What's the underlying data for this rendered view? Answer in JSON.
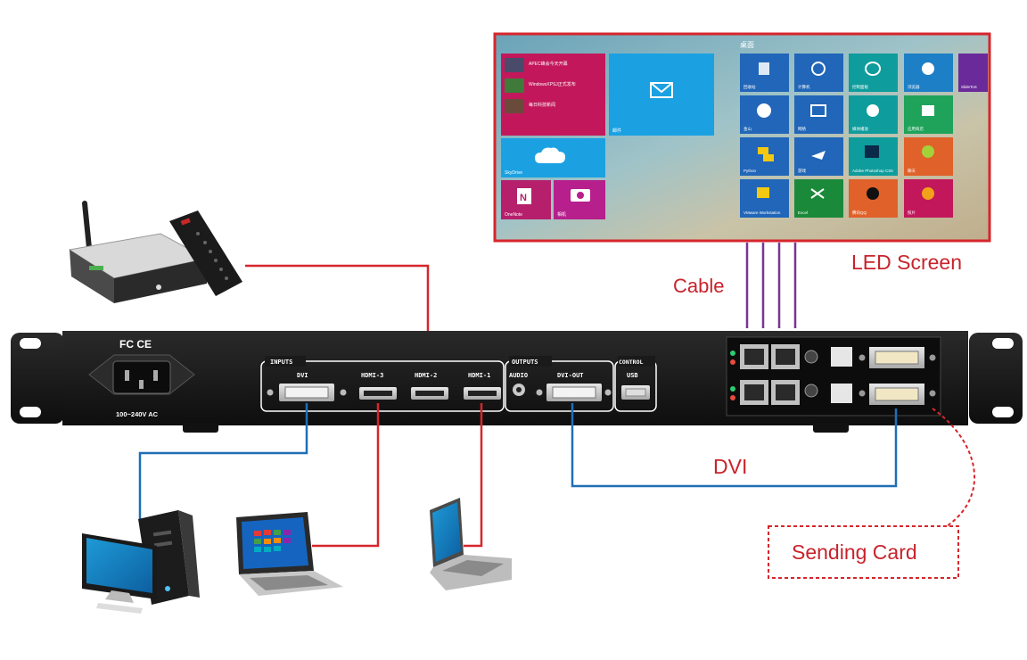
{
  "labels": {
    "led_screen": "LED Screen",
    "cable": "Cable",
    "dvi_link": "DVI",
    "sending_card": "Sending Card"
  },
  "processor": {
    "inputs_header": "INPUTS",
    "outputs_header": "OUTPUTS",
    "control_header": "CONTROL",
    "ports": {
      "dvi_in": "DVI",
      "hdmi3": "HDMI-3",
      "hdmi2": "HDMI-2",
      "hdmi1": "HDMI-1",
      "audio": "AUDIO",
      "dvi_out": "DVI-OUT",
      "usb": "USB"
    },
    "power_rating": "100~240V AC",
    "cert_marks": "FC CE"
  },
  "screen": {
    "desktop_label": "桌面",
    "tiles": {
      "news_1": "APEC峰会今天开幕",
      "news_2": "WindowsXPSJ正式发布",
      "news_3": "每日科技新闻",
      "mail": "邮件",
      "skydrive": "SkyDrive",
      "onenote": "OneNote",
      "camera": "相机",
      "recycle": "回收站",
      "pc": "计算机",
      "control": "控制面板",
      "ie": "浏览器",
      "kingsoft": "金山",
      "network": "网络",
      "media": "媒体播放",
      "store": "应用商店",
      "python": "Python",
      "game": "游戏",
      "ps": "Adobe Photoshop CS5",
      "chat": "聊天",
      "vmware": "VMware Workstation",
      "excel": "Excel",
      "qq": "腾讯QQ",
      "photos": "照片",
      "slide": "SlideToS"
    }
  },
  "colors": {
    "red_line": "#d6262c",
    "blue_line": "#1f6fb6",
    "purple_line": "#7a3590",
    "label_red": "#c8232c",
    "panel": "#1a1a1a"
  }
}
